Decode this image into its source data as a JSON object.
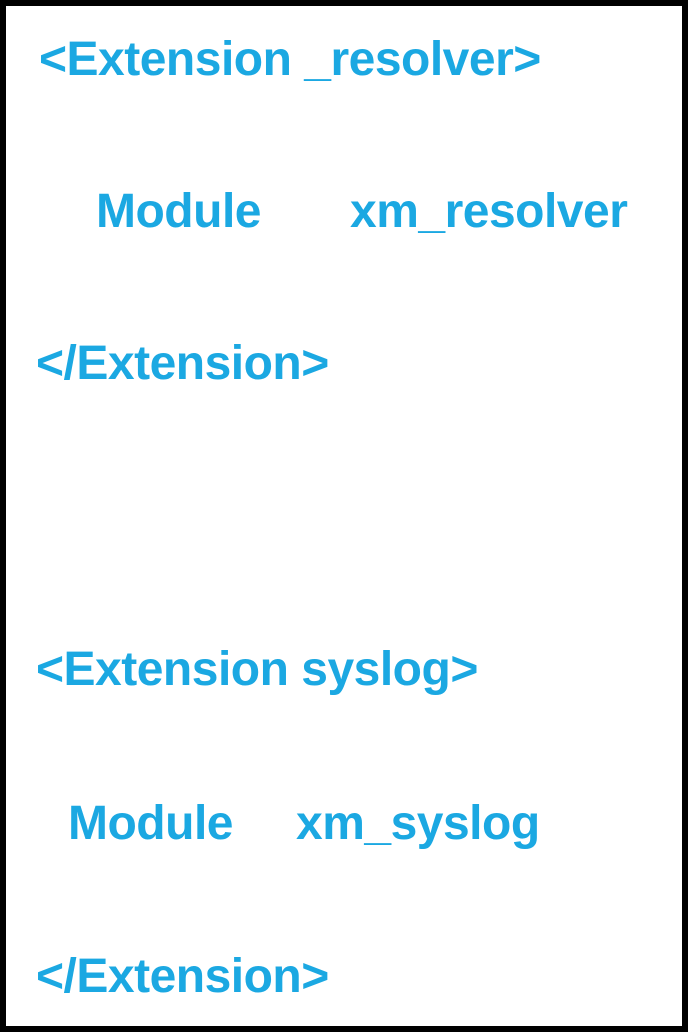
{
  "snippet": {
    "text_color": "#1BA8E2",
    "background_color": "#FFFFFF",
    "border_color": "#000000",
    "blocks": [
      {
        "open_tag": "<Extension _resolver>",
        "directive_key": "Module",
        "directive_value": "xm_resolver",
        "close_tag": "</Extension>"
      },
      {
        "open_tag": "<Extension syslog>",
        "directive_key": "Module",
        "directive_value": "xm_syslog",
        "close_tag": "</Extension>"
      }
    ]
  }
}
